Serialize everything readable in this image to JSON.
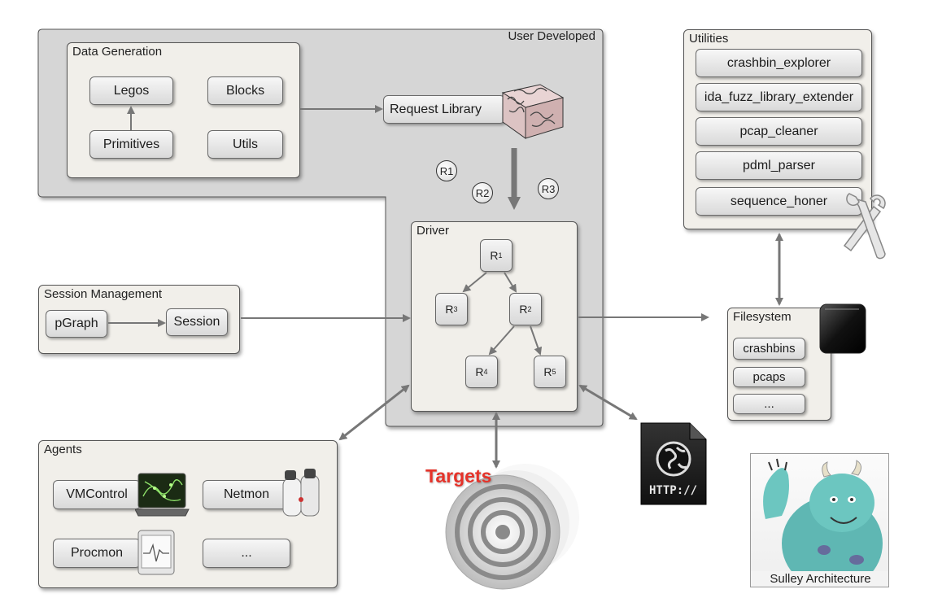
{
  "user_developed": {
    "title": "User Developed",
    "data_generation": {
      "title": "Data Generation",
      "legos": "Legos",
      "blocks": "Blocks",
      "primitives": "Primitives",
      "utils": "Utils"
    },
    "request_library": "Request Library",
    "requests": [
      "R1",
      "R2",
      "R3"
    ]
  },
  "driver": {
    "title": "Driver",
    "nodes": [
      {
        "base": "R",
        "sub": "1"
      },
      {
        "base": "R",
        "sub": "3"
      },
      {
        "base": "R",
        "sub": "2"
      },
      {
        "base": "R",
        "sub": "4"
      },
      {
        "base": "R",
        "sub": "5"
      }
    ]
  },
  "utilities": {
    "title": "Utilities",
    "items": [
      "crashbin_explorer",
      "ida_fuzz_library_extender",
      "pcap_cleaner",
      "pdml_parser",
      "sequence_honer"
    ]
  },
  "session_management": {
    "title": "Session Management",
    "pgraph": "pGraph",
    "session": "Session"
  },
  "filesystem": {
    "title": "Filesystem",
    "items": [
      "crashbins",
      "pcaps",
      "..."
    ]
  },
  "agents": {
    "title": "Agents",
    "vmcontrol": "VMControl",
    "netmon": "Netmon",
    "procmon": "Procmon",
    "more": "..."
  },
  "targets": "Targets",
  "http_label": "HTTP://",
  "caption": "Sulley Architecture",
  "colors": {
    "panel_bg": "#f1efea",
    "user_dev_bg": "#d6d6d6",
    "targets_red": "#e5332a",
    "arrow": "#777777"
  }
}
